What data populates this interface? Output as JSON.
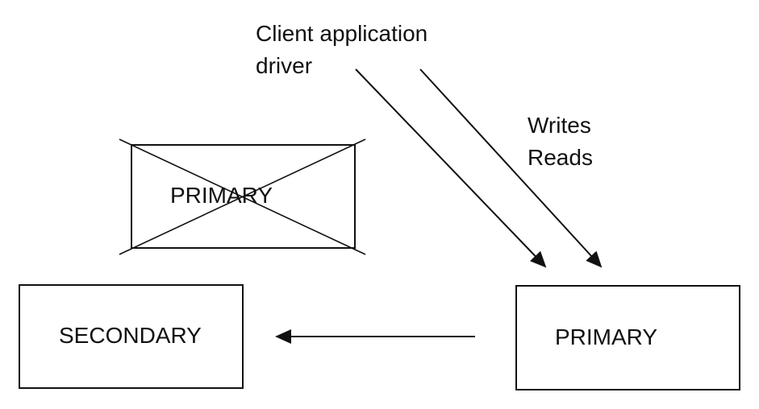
{
  "client": {
    "line1": "Client application",
    "line2": "driver"
  },
  "operations": {
    "line1": "Writes",
    "line2": "Reads"
  },
  "failed_primary": {
    "label": "PRIMARY",
    "status": "failed (crossed out)"
  },
  "secondary": {
    "label": "SECONDARY"
  },
  "new_primary": {
    "label": "PRIMARY"
  },
  "colors": {
    "stroke": "#111111",
    "background": "#ffffff"
  }
}
